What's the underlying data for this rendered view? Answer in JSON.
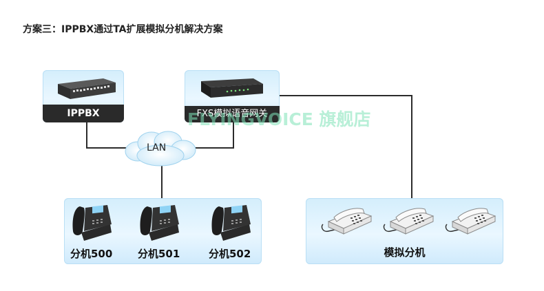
{
  "title": "方案三：IPPBX通过TA扩展模拟分机解决方案",
  "watermark": "FLYINGVOICE 旗舰店",
  "nodes": {
    "ippbx": {
      "label": "IPPBX"
    },
    "gateway": {
      "label": "FXS模拟语音网关"
    },
    "lan": {
      "label": "LAN"
    },
    "ip_extensions": [
      {
        "label": "分机500"
      },
      {
        "label": "分机501"
      },
      {
        "label": "分机502"
      }
    ],
    "analog": {
      "label": "模拟分机"
    }
  },
  "colors": {
    "card_bg": "#d9f0fd",
    "label_bar": "#2a2a2a",
    "watermark": "#7fe3b8",
    "line": "#2b2b2b"
  }
}
